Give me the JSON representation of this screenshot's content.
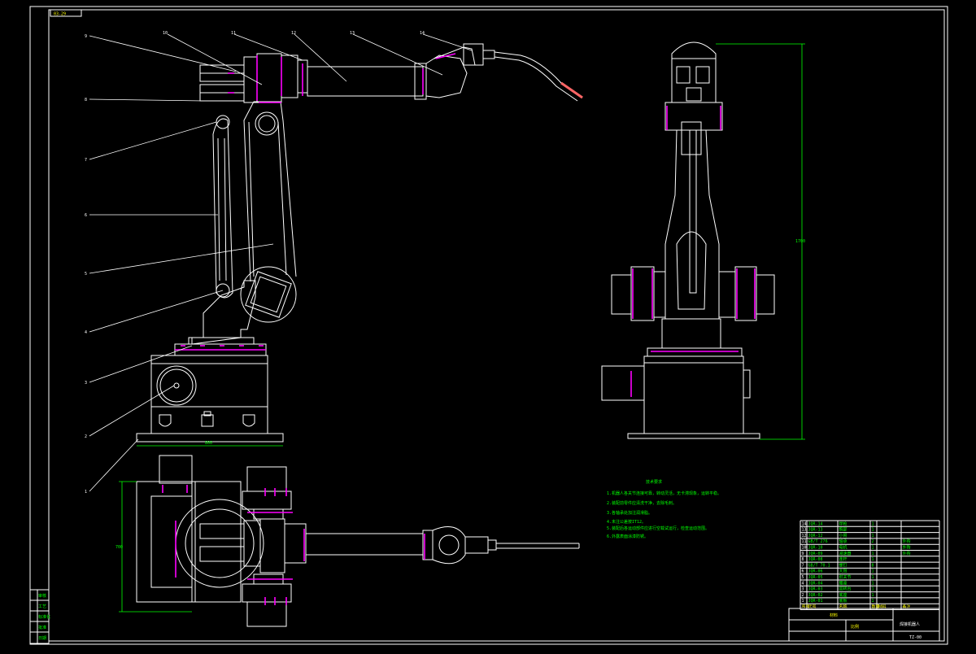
{
  "drawing": {
    "sheet_code": "03-29",
    "title": "焊接机器人",
    "drawing_no": "TZ-00",
    "scale_label": "比例",
    "material_label": "材料"
  },
  "balloons": [
    "1",
    "2",
    "3",
    "4",
    "5",
    "6",
    "7",
    "8",
    "9",
    "10",
    "11",
    "12",
    "13",
    "14"
  ],
  "dimensions": {
    "front_width": "800",
    "side_height": "1700",
    "top_height": "700"
  },
  "notes": {
    "title": "技术要求",
    "lines": [
      "1.机器人各关节连接可靠，转动灵活，无卡滞现象，运转平稳。",
      "2.装配前零件应清洗干净，去除毛刺。",
      "3.各轴承处加注润滑脂。",
      "4.未注公差按IT12。",
      "5.装配后各运动部件应进行空载试运行，检查运动范围。",
      "6.外露表面涂漆防锈。"
    ]
  },
  "bom": {
    "headers": [
      "序号",
      "代号",
      "名称",
      "数量",
      "材料",
      "备注"
    ],
    "rows": [
      [
        "14",
        "JQR-14",
        "焊枪",
        "1",
        "",
        ""
      ],
      [
        "13",
        "JQR-13",
        "腕部",
        "1",
        "",
        ""
      ],
      [
        "12",
        "JQR-12",
        "小臂",
        "1",
        "",
        ""
      ],
      [
        "11",
        "GB/T 276",
        "轴承",
        "2",
        "",
        "外购"
      ],
      [
        "10",
        "JQR-10",
        "电机",
        "1",
        "",
        "外购"
      ],
      [
        "9",
        "JQR-09",
        "减速器",
        "1",
        "",
        "外购"
      ],
      [
        "8",
        "JQR-08",
        "连杆",
        "1",
        "",
        ""
      ],
      [
        "7",
        "GB/T 70.1",
        "螺钉",
        "8",
        "",
        ""
      ],
      [
        "6",
        "JQR-06",
        "大臂",
        "1",
        "",
        ""
      ],
      [
        "5",
        "JQR-05",
        "肘关节",
        "1",
        "",
        ""
      ],
      [
        "4",
        "JQR-04",
        "腰座",
        "1",
        "",
        ""
      ],
      [
        "3",
        "JQR-03",
        "回转台",
        "1",
        "",
        ""
      ],
      [
        "2",
        "JQR-02",
        "底座",
        "1",
        "",
        ""
      ],
      [
        "1",
        "JQR-01",
        "底板",
        "1",
        "",
        ""
      ]
    ]
  },
  "side_stamp": [
    "审核",
    "工艺",
    "标准化",
    "批准",
    "日期"
  ]
}
